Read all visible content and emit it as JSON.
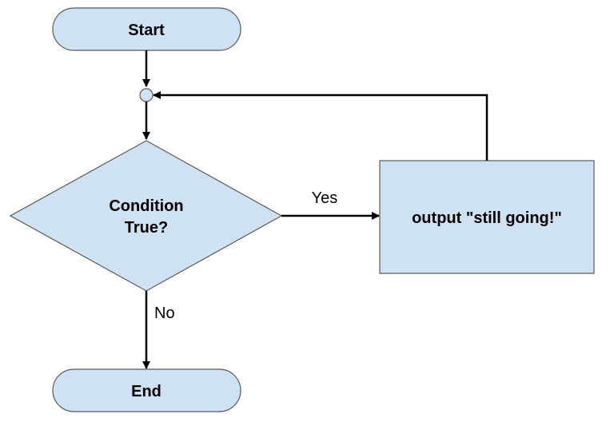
{
  "diagram": {
    "nodes": {
      "start": {
        "label": "Start"
      },
      "decision": {
        "line1": "Condition",
        "line2": "True?"
      },
      "action": {
        "label": "output \"still going!\""
      },
      "end": {
        "label": "End"
      }
    },
    "edges": {
      "yes_label": "Yes",
      "no_label": "No"
    }
  },
  "colors": {
    "node_fill": "#cfe2f3",
    "node_stroke": "#595959",
    "edge_stroke": "#000000"
  }
}
